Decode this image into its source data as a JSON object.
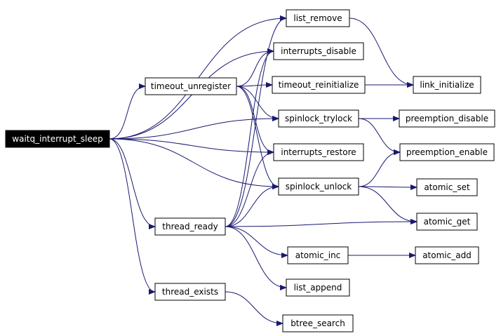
{
  "colors": {
    "edge": "#191970",
    "root_fill": "#000000",
    "root_text": "#ffffff",
    "node_fill": "#ffffff",
    "node_border": "#000000"
  },
  "nodes": {
    "waitq_interrupt_sleep": "waitq_interrupt_sleep",
    "timeout_unregister": "timeout_unregister",
    "thread_ready": "thread_ready",
    "thread_exists": "thread_exists",
    "list_remove": "list_remove",
    "interrupts_disable": "interrupts_disable",
    "timeout_reinitialize": "timeout_reinitialize",
    "spinlock_trylock": "spinlock_trylock",
    "interrupts_restore": "interrupts_restore",
    "spinlock_unlock": "spinlock_unlock",
    "atomic_inc": "atomic_inc",
    "list_append": "list_append",
    "btree_search": "btree_search",
    "link_initialize": "link_initialize",
    "preemption_disable": "preemption_disable",
    "preemption_enable": "preemption_enable",
    "atomic_set": "atomic_set",
    "atomic_get": "atomic_get",
    "atomic_add": "atomic_add"
  },
  "edges": [
    [
      "waitq_interrupt_sleep",
      "list_remove"
    ],
    [
      "waitq_interrupt_sleep",
      "interrupts_disable"
    ],
    [
      "waitq_interrupt_sleep",
      "timeout_unregister"
    ],
    [
      "waitq_interrupt_sleep",
      "spinlock_trylock"
    ],
    [
      "waitq_interrupt_sleep",
      "interrupts_restore"
    ],
    [
      "waitq_interrupt_sleep",
      "spinlock_unlock"
    ],
    [
      "waitq_interrupt_sleep",
      "thread_ready"
    ],
    [
      "waitq_interrupt_sleep",
      "thread_exists"
    ],
    [
      "timeout_unregister",
      "interrupts_disable"
    ],
    [
      "timeout_unregister",
      "timeout_reinitialize"
    ],
    [
      "timeout_unregister",
      "spinlock_trylock"
    ],
    [
      "timeout_unregister",
      "interrupts_restore"
    ],
    [
      "timeout_unregister",
      "spinlock_unlock"
    ],
    [
      "thread_ready",
      "list_remove"
    ],
    [
      "thread_ready",
      "interrupts_disable"
    ],
    [
      "thread_ready",
      "interrupts_restore"
    ],
    [
      "thread_ready",
      "spinlock_unlock"
    ],
    [
      "thread_ready",
      "atomic_get"
    ],
    [
      "thread_ready",
      "atomic_inc"
    ],
    [
      "thread_ready",
      "list_append"
    ],
    [
      "thread_exists",
      "btree_search"
    ],
    [
      "list_remove",
      "link_initialize"
    ],
    [
      "timeout_reinitialize",
      "link_initialize"
    ],
    [
      "spinlock_trylock",
      "preemption_disable"
    ],
    [
      "spinlock_trylock",
      "preemption_enable"
    ],
    [
      "spinlock_unlock",
      "preemption_enable"
    ],
    [
      "spinlock_unlock",
      "atomic_set"
    ],
    [
      "spinlock_unlock",
      "atomic_get"
    ],
    [
      "atomic_inc",
      "atomic_add"
    ]
  ]
}
